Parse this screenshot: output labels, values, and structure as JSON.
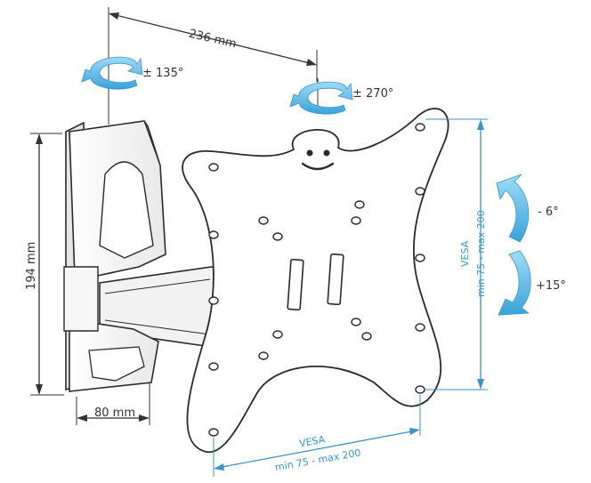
{
  "dimensions": {
    "arm_spacing": "236 mm",
    "wall_plate_height": "194 mm",
    "wall_plate_width": "80 mm"
  },
  "rotation": {
    "wall_swivel": "± 135°",
    "tv_swivel": "± 270°",
    "tilt_up": "- 6°",
    "tilt_down": "+15°"
  },
  "vesa_vertical": {
    "title": "VESA",
    "range": "min 75 - max 200"
  },
  "vesa_horizontal": {
    "title": "VESA",
    "range": "min 75 - max 200"
  },
  "colors": {
    "accent": "#3a93c9",
    "arrow_light": "#6fc2ea",
    "line": "#333333"
  }
}
